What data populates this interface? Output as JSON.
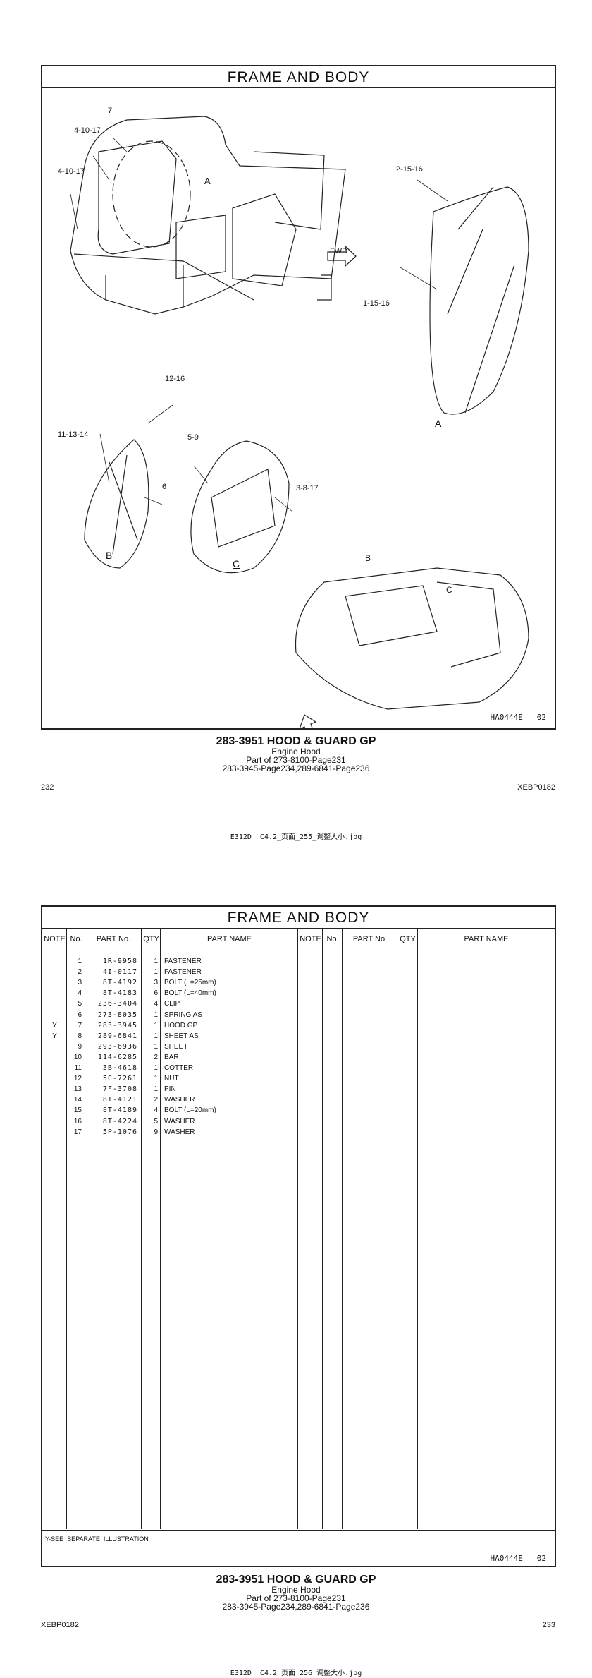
{
  "page1": {
    "title": "FRAME   AND   BODY",
    "callouts": {
      "c7": "7",
      "c4a": "4-10-17",
      "c4b": "4-10-17",
      "c2": "2-15-16",
      "c1": "1-15-16",
      "c12": "12-16",
      "c11": "11-13-14",
      "c6": "6",
      "c5": "5-9",
      "c3": "3-8-17",
      "fwd": "FWD",
      "viewA": "A",
      "viewB": "B",
      "viewC": "C"
    },
    "ref": "HA0444E   02",
    "caption": {
      "title": "283-3951  HOOD & GUARD GP",
      "sub": "Engine  Hood",
      "part_of": "Part of 273-8100-Page231",
      "refs": "283-3945-Page234,289-6841-Page236"
    },
    "page_no": "232",
    "doc_code": "XEBP0182",
    "filename": "E312D  C4.2_页面_255_调整大小.jpg"
  },
  "page2": {
    "title": "FRAME   AND   BODY",
    "headers": [
      "NOTE",
      "No.",
      "PART No.",
      "QTY",
      "PART NAME"
    ],
    "rows": [
      {
        "note": "",
        "no": "1",
        "part": "1R-9958",
        "qty": "1",
        "name": "FASTENER"
      },
      {
        "note": "",
        "no": "2",
        "part": "4I-0117",
        "qty": "1",
        "name": "FASTENER"
      },
      {
        "note": "",
        "no": "3",
        "part": "8T-4192",
        "qty": "3",
        "name": "BOLT (L=25mm)"
      },
      {
        "note": "",
        "no": "4",
        "part": "8T-4183",
        "qty": "6",
        "name": "BOLT (L=40mm)"
      },
      {
        "note": "",
        "no": "5",
        "part": "236-3404",
        "qty": "4",
        "name": "CLIP"
      },
      {
        "note": "",
        "no": "6",
        "part": "273-8035",
        "qty": "1",
        "name": "SPRING  AS"
      },
      {
        "note": "Y",
        "no": "7",
        "part": "283-3945",
        "qty": "1",
        "name": "HOOD  GP"
      },
      {
        "note": "Y",
        "no": "8",
        "part": "289-6841",
        "qty": "1",
        "name": "SHEET  AS"
      },
      {
        "note": "",
        "no": "9",
        "part": "293-6936",
        "qty": "1",
        "name": "SHEET"
      },
      {
        "note": "",
        "no": "10",
        "part": "114-6285",
        "qty": "2",
        "name": "BAR"
      },
      {
        "note": "",
        "no": "11",
        "part": "3B-4618",
        "qty": "1",
        "name": "COTTER"
      },
      {
        "note": "",
        "no": "12",
        "part": "5C-7261",
        "qty": "1",
        "name": "NUT"
      },
      {
        "note": "",
        "no": "13",
        "part": "7F-3708",
        "qty": "1",
        "name": "PIN"
      },
      {
        "note": "",
        "no": "14",
        "part": "8T-4121",
        "qty": "2",
        "name": "WASHER"
      },
      {
        "note": "",
        "no": "15",
        "part": "8T-4189",
        "qty": "4",
        "name": "BOLT (L=20mm)"
      },
      {
        "note": "",
        "no": "16",
        "part": "8T-4224",
        "qty": "5",
        "name": "WASHER"
      },
      {
        "note": "",
        "no": "17",
        "part": "5P-1076",
        "qty": "9",
        "name": "WASHER"
      }
    ],
    "footnote": "Y-SEE  SEPARATE  ILLUSTRATION",
    "ref": "HA0444E   02",
    "caption": {
      "title": "283-3951  HOOD & GUARD GP",
      "sub": "Engine  Hood",
      "part_of": "Part of 273-8100-Page231",
      "refs": "283-3945-Page234,289-6841-Page236"
    },
    "page_no": "233",
    "doc_code": "XEBP0182",
    "filename": "E312D  C4.2_页面_256_调整大小.jpg"
  }
}
